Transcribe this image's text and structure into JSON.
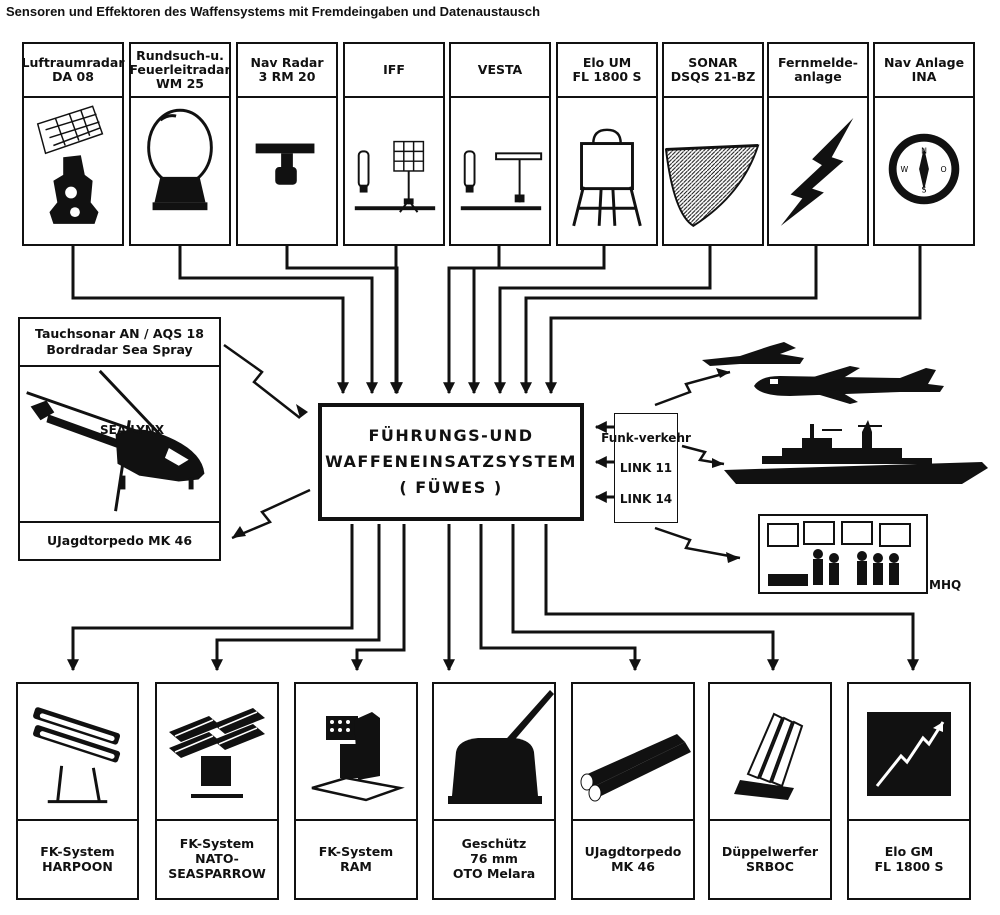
{
  "title": "Sensoren und Effektoren des Waffensystems mit Fremdeingaben und Datenaustausch",
  "sensors": [
    {
      "lines": [
        "Luftraumradar",
        "DA 08"
      ],
      "icon": "air-search-radar-icon"
    },
    {
      "lines": [
        "Rundsuch-u.",
        "Feuerleitradar",
        "WM 25"
      ],
      "icon": "radome-radar-icon"
    },
    {
      "lines": [
        "Nav Radar",
        "3 RM 20"
      ],
      "icon": "nav-radar-antenna-icon"
    },
    {
      "lines": [
        "IFF"
      ],
      "icon": "iff-antenna-icon"
    },
    {
      "lines": [
        "VESTA"
      ],
      "icon": "vesta-antenna-icon"
    },
    {
      "lines": [
        "Elo UM",
        "FL 1800 S"
      ],
      "icon": "esm-dome-mast-icon"
    },
    {
      "lines": [
        "SONAR",
        "DSQS 21-BZ"
      ],
      "icon": "sonar-dome-icon"
    },
    {
      "lines": [
        "Fernmelde-",
        "anlage"
      ],
      "icon": "lightning-bolt-icon"
    },
    {
      "lines": [
        "Nav Anlage",
        "INA"
      ],
      "icon": "compass-icon"
    }
  ],
  "center": {
    "lines": [
      "FÜHRUNGS-UND",
      "WAFFENEINSATZSYSTEM",
      "( FÜWES )"
    ]
  },
  "helicopter_panel": {
    "top_lines": [
      "Tauchsonar AN / AQS 18",
      "Bordradar Sea Spray"
    ],
    "name": "SEA LYNX",
    "bottom": "UJagdtorpedo MK 46",
    "icon": "helicopter-icon"
  },
  "datalink": {
    "lines": [
      "Funk-",
      "verkehr",
      "LINK 11",
      "LINK 14"
    ]
  },
  "external": {
    "jet_icon": "jet-aircraft-icon",
    "patrol_icon": "patrol-aircraft-icon",
    "ship_icon": "warship-icon",
    "mhq_icon": "command-center-icon",
    "mhq_label": "MHQ"
  },
  "effectors": [
    {
      "lines": [
        "FK-System",
        "HARPOON"
      ],
      "icon": "harpoon-launcher-icon"
    },
    {
      "lines": [
        "FK-System",
        "NATO-",
        "SEASPARROW"
      ],
      "icon": "seasparrow-launcher-icon"
    },
    {
      "lines": [
        "FK-System",
        "RAM"
      ],
      "icon": "ram-launcher-icon"
    },
    {
      "lines": [
        "Geschütz",
        "76 mm",
        "OTO Melara"
      ],
      "icon": "naval-gun-icon"
    },
    {
      "lines": [
        "UJagdtorpedo",
        "MK 46"
      ],
      "icon": "torpedo-tubes-icon"
    },
    {
      "lines": [
        "Düppelwerfer",
        "SRBOC"
      ],
      "icon": "chaff-launcher-icon"
    },
    {
      "lines": [
        "Elo GM",
        "FL 1800 S"
      ],
      "icon": "ecm-signal-icon"
    }
  ]
}
